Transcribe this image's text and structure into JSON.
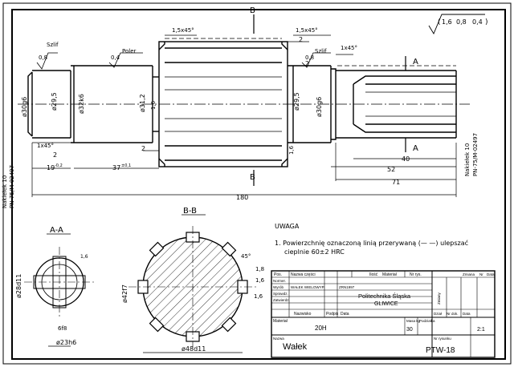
{
  "roughness": {
    "general": "1,6",
    "options": [
      "0,8",
      "0,4"
    ],
    "sizing": "1,6",
    "shaft_end_left": "0,8",
    "left_journal": "0,4",
    "right_journal": "0,8"
  },
  "notes": {
    "szlif_left": "Szlif",
    "poler": "Poler",
    "szlif_right": "Szlif"
  },
  "chamfers": {
    "left_end": "1x45°",
    "splines_left": "1,5x45°",
    "splines_right": "1,5x45°",
    "right_end": "1x45°"
  },
  "section_marks": {
    "b_top": "B",
    "b_bottom": "B",
    "a_top": "A",
    "a_bottom": "A"
  },
  "diameters": {
    "d1": "ø30g6",
    "d2": "ø29,5",
    "d3": "ø32k6",
    "d4": "ø31,2",
    "d5": "ø29,5",
    "d6": "ø30g6"
  },
  "lengths": {
    "l2a": "2",
    "l2b": "2",
    "l2c": "2",
    "l2d": "2",
    "l16a": "1,6",
    "l16b": "1,6",
    "l19": "19",
    "l19_tol": "-0,2",
    "l37": "37",
    "l37_tol": "±0,1",
    "l40": "40",
    "l52": "52",
    "l71": "71",
    "l180": "180"
  },
  "centre_holes": {
    "left": "Nakiełek 10",
    "left_std": "PN-75/M-02497",
    "right": "Nakiełek 10",
    "right_std": "PN-75/M-02497"
  },
  "section_aa": {
    "title": "A-A",
    "width": "6f8",
    "small_dim": "1,6",
    "minor": "ø23h6",
    "major": "ø28d11"
  },
  "section_bb": {
    "title": "B-B",
    "outer": "ø42f7",
    "bottom": "ø48d11",
    "spline_width": "1,8",
    "tolerance": "1,6",
    "angle": "45°",
    "ra": "1,6"
  },
  "remark": {
    "heading": "UWAGA",
    "line1": "1. Powierzchnię oznaczoną linią przerywaną (— —) ulepszać",
    "line2": "cieplnie 60±2 HRC"
  },
  "title_block": {
    "col_headers": [
      "Pos.",
      "Nazwa części",
      "Ilość",
      "Materiał",
      "Nr rys."
    ],
    "rows": [
      {
        "label": "Normer.",
        "cells": [
          "",
          "",
          ""
        ]
      },
      {
        "label": "Wyrób",
        "cells": [
          "WAŁEK WIELOWYP.",
          "",
          "ZRN1997"
        ]
      },
      {
        "label": "Sprawdz.",
        "cells": [
          "",
          "",
          ""
        ]
      },
      {
        "label": "Zatwierdz.",
        "cells": [
          "",
          "",
          ""
        ]
      }
    ],
    "sign_headers": [
      "Nazwisko",
      "Podpis",
      "Data"
    ],
    "school": "Politechnika Śląska",
    "city": "GLIWICE",
    "right_headers": [
      "Dział",
      "Nr dok.",
      "Data",
      "Zmiana",
      "Nr",
      "Data"
    ],
    "approval": "Zmiany",
    "material_label": "Materiał",
    "material_value": "20H",
    "mass_label": "Masa kg",
    "mass_value": "30",
    "scale_label": "Podziałka",
    "scale_value": "2:1",
    "doc_label": "Nr rysunku",
    "name_label": "Nazwa",
    "part_name": "Wałek",
    "drawing_no": "PTW-18"
  }
}
